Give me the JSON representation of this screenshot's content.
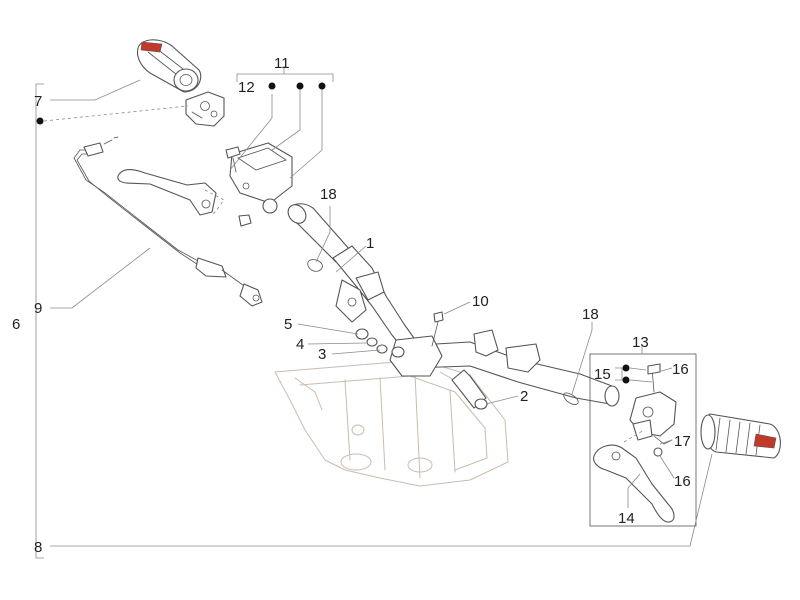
{
  "diagram": {
    "callouts": {
      "c1": "1",
      "c2": "2",
      "c3": "3",
      "c4": "4",
      "c5": "5",
      "c6": "6",
      "c7": "7",
      "c8": "8",
      "c9": "9",
      "c10": "10",
      "c11": "11",
      "c12": "12",
      "c13": "13",
      "c14": "14",
      "c15": "15",
      "c16a": "16",
      "c16b": "16",
      "c17": "17",
      "c18a": "18",
      "c18b": "18"
    },
    "colors": {
      "line": "#555555",
      "leader": "#8a8a8a",
      "ghost_body": "#c8bcae",
      "grip_red": "#c0392b",
      "grip_dark": "#333333"
    }
  }
}
